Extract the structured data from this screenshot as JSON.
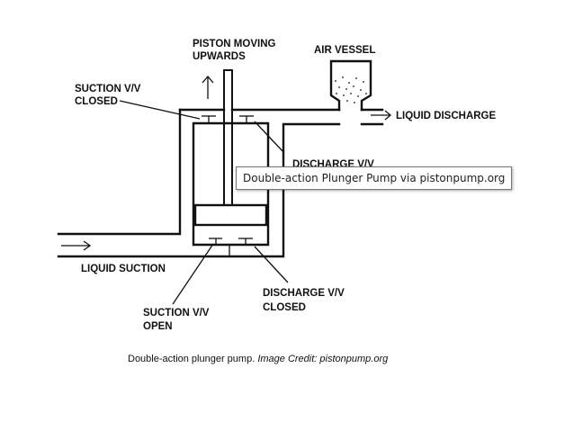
{
  "diagram": {
    "labels": {
      "piston_moving_line1": "PISTON MOVING",
      "piston_moving_line2": "UPWARDS",
      "air_vessel": "AIR VESSEL",
      "suction_closed_line1": "SUCTION V/V",
      "suction_closed_line2": "CLOSED",
      "liquid_discharge": "LIQUID DISCHARGE",
      "discharge_top_line1": "DISCHARGE V/V",
      "liquid_suction": "LIQUID SUCTION",
      "suction_open_line1": "SUCTION V/V",
      "suction_open_line2": "OPEN",
      "discharge_closed_line1": "DISCHARGE V/V",
      "discharge_closed_line2": "CLOSED"
    },
    "caption": {
      "text": "Double-action plunger pump. ",
      "credit": "Image Credit: pistonpump.org"
    }
  },
  "tooltip": {
    "text": "Double-action Plunger Pump via pistonpump.org"
  }
}
